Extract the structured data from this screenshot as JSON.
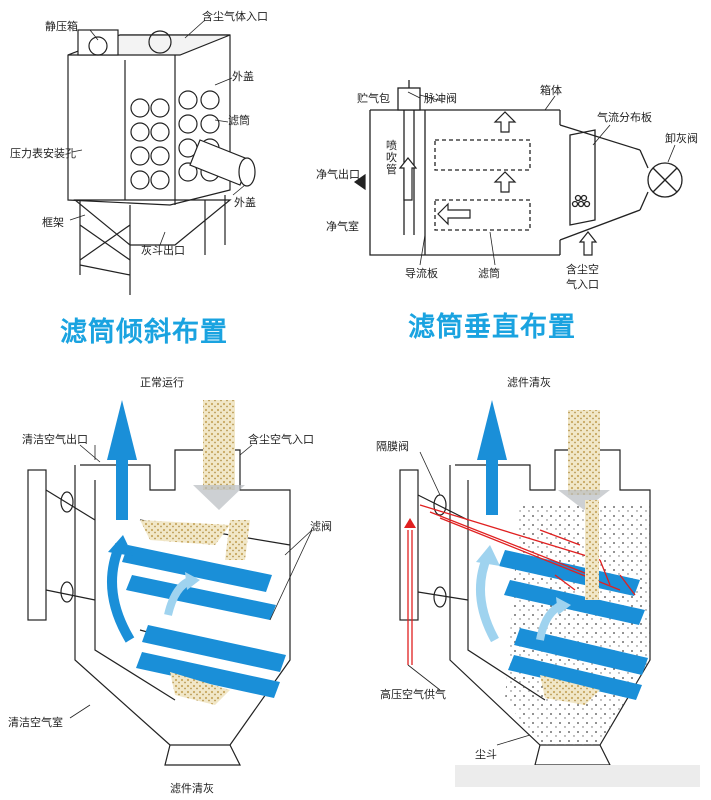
{
  "top_left": {
    "heading": "滤筒倾斜布置",
    "labels": {
      "static_box": "静压箱",
      "dust_inlet": "含尘气体入口",
      "cover": "外盖",
      "filter": "滤筒",
      "gauge_hole": "压力表安装孔",
      "cover2": "外盖",
      "frame": "框架",
      "ash_outlet": "灰斗出口"
    }
  },
  "top_right": {
    "heading": "滤筒垂直布置",
    "labels": {
      "air_tank": "贮气包",
      "pulse_valve": "脉冲阀",
      "housing": "箱体",
      "distributor": "气流分布板",
      "discharge_valve": "卸灰阀",
      "clean_outlet": "净气出口",
      "blow_pipe": "喷吹管",
      "clean_room": "净气室",
      "guide_plate": "导流板",
      "filter": "滤筒",
      "dust_inlet_1": "含尘空",
      "dust_inlet_2": "气入口"
    }
  },
  "bottom_left": {
    "title": "正常运行",
    "labels": {
      "clean_outlet": "清洁空气出口",
      "dust_inlet": "含尘空气入口",
      "filter_valve": "滤阀",
      "clean_room": "清洁空气室",
      "footer": "滤件清灰"
    }
  },
  "bottom_right": {
    "title": "滤件清灰",
    "labels": {
      "diaphragm_valve": "隔膜阀",
      "hp_air": "高压空气供气",
      "hopper": "尘斗"
    }
  },
  "colors": {
    "accent": "#1a8fd8",
    "light_blue": "#9fd3ef",
    "dust": "#d9c48e",
    "red": "#e02020"
  }
}
